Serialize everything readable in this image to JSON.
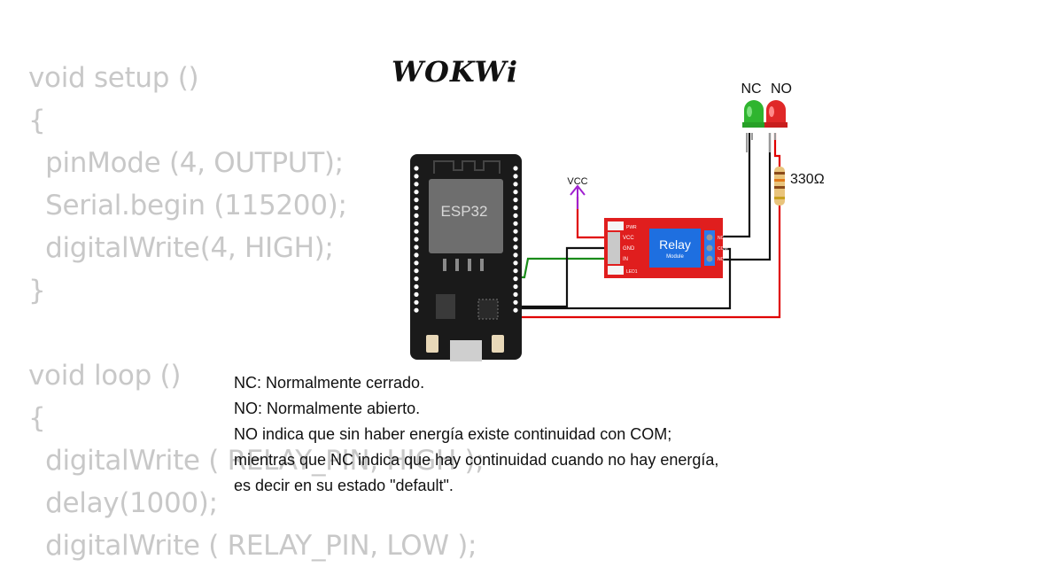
{
  "code": {
    "lines": [
      "void setup ()",
      "{",
      "  pinMode (4, OUTPUT);",
      "  Serial.begin (115200);",
      "  digitalWrite(4, HIGH);",
      "}",
      "",
      "void loop ()",
      "{",
      "  digitalWrite ( RELAY_PIN, HIGH );",
      "  delay(1000);",
      "  digitalWrite ( RELAY_PIN, LOW );"
    ]
  },
  "logo": "WOKWi",
  "esp32": {
    "label": "ESP32"
  },
  "relay": {
    "title": "Relay",
    "subtitle": "Module",
    "pin_labels": [
      "VCC",
      "GND",
      "IN"
    ],
    "pwr_label": "PWR",
    "led_label": "LED1",
    "terminal_labels": [
      "NC",
      "COM",
      "NO"
    ]
  },
  "vcc_label": "VCC",
  "leds": {
    "nc_label": "NC",
    "no_label": "NO"
  },
  "resistor_label": "330Ω",
  "notes": [
    "NC: Normalmente cerrado.",
    "NO: Normalmente abierto.",
    "NO indica que sin haber energía existe continuidad con COM;",
    "mientras que NC indica que hay continuidad cuando no hay energía,",
    "es decir en su estado \"default\"."
  ],
  "colors": {
    "board": "#1a1a1a",
    "relay": "#e01e1e",
    "relay_blue": "#1e6fe0",
    "wire_red": "#e00000",
    "wire_black": "#111111",
    "wire_green": "#1a8c1a",
    "vcc_purple": "#a020d0",
    "led_green": "#2fb52f",
    "led_red": "#e02828",
    "code_gray": "#c8c8c8"
  }
}
